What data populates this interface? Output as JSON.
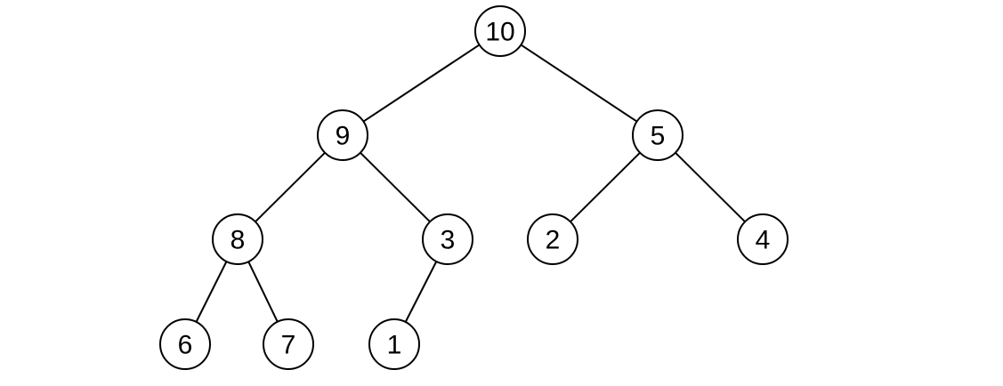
{
  "tree": {
    "nodes": [
      {
        "id": "n10",
        "label": "10"
      },
      {
        "id": "n9",
        "label": "9"
      },
      {
        "id": "n5",
        "label": "5"
      },
      {
        "id": "n8",
        "label": "8"
      },
      {
        "id": "n3",
        "label": "3"
      },
      {
        "id": "n2",
        "label": "2"
      },
      {
        "id": "n4",
        "label": "4"
      },
      {
        "id": "n6",
        "label": "6"
      },
      {
        "id": "n7",
        "label": "7"
      },
      {
        "id": "n1",
        "label": "1"
      }
    ],
    "edges": [
      {
        "from": "n10",
        "to": "n9"
      },
      {
        "from": "n10",
        "to": "n5"
      },
      {
        "from": "n9",
        "to": "n8"
      },
      {
        "from": "n9",
        "to": "n3"
      },
      {
        "from": "n5",
        "to": "n2"
      },
      {
        "from": "n5",
        "to": "n4"
      },
      {
        "from": "n8",
        "to": "n6"
      },
      {
        "from": "n8",
        "to": "n7"
      },
      {
        "from": "n3",
        "to": "n1"
      }
    ]
  }
}
